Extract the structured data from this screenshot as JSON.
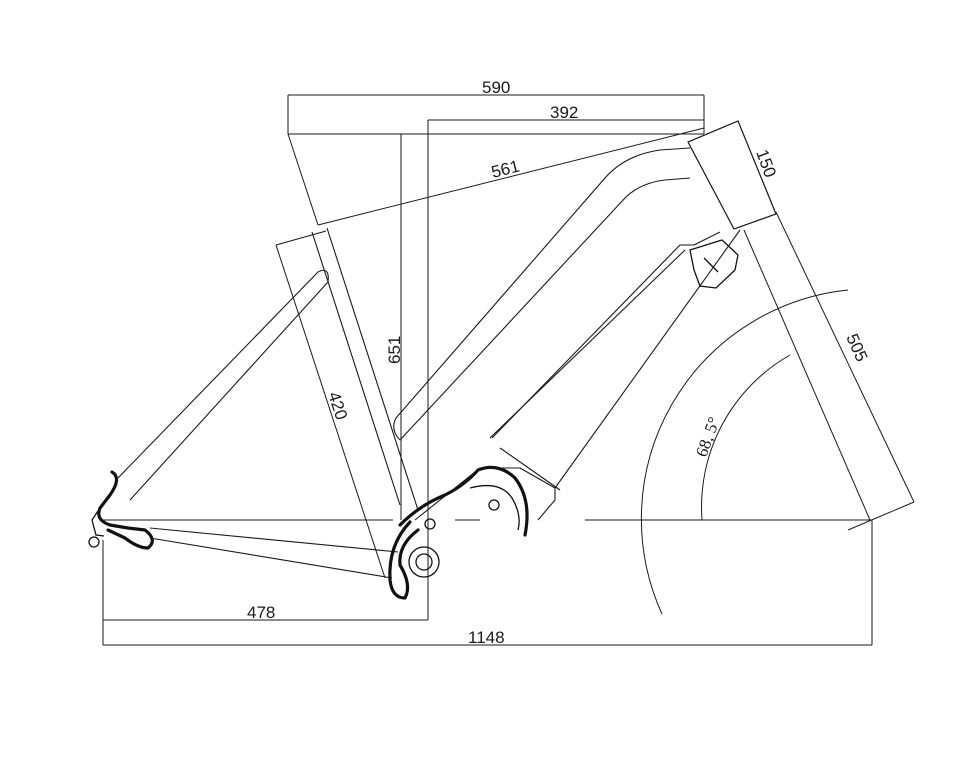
{
  "dimensions": {
    "reach_span": "590",
    "reach": "392",
    "top_tube": "561",
    "head_tube": "150",
    "fork_length": "505",
    "stack": "651",
    "seat_tube": "420",
    "chainstay": "478",
    "wheelbase": "1148",
    "head_angle": "68, 5°"
  },
  "colors": {
    "line": "#1a1a1a",
    "background": "#ffffff"
  }
}
